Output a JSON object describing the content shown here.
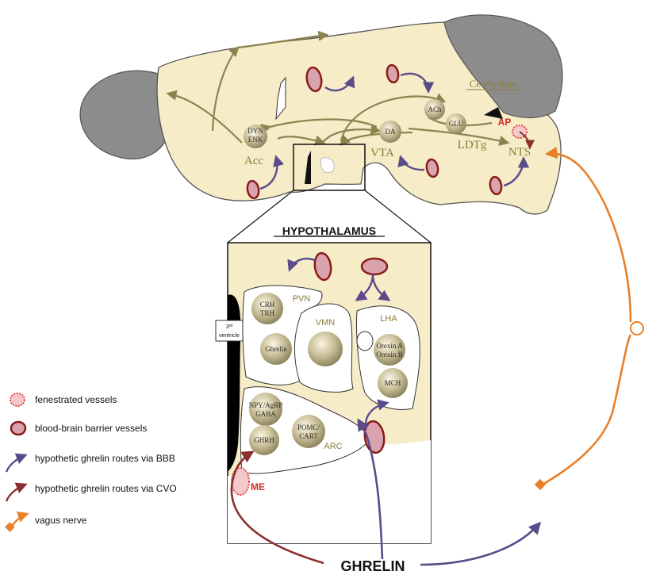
{
  "brain_labels": {
    "cerebellum": "Cerebellum",
    "ap": "AP",
    "nts": "NTS",
    "ldtg": "LDTg",
    "vta": "VTA",
    "acc": "Acc",
    "dyn": "DYN",
    "enk": "ENK",
    "da": "DA",
    "ach": "ACh",
    "glu": "GLU"
  },
  "hypothalamus": {
    "title": "HYPOTHALAMUS",
    "third_ventricle_sup": "rd",
    "third_ventricle_num": "3",
    "third_ventricle_word": "ventricle",
    "pvn": "PVN",
    "vmn": "VMN",
    "lha": "LHA",
    "arc": "ARC",
    "me": "ME",
    "crh": "CRH",
    "trh": "TRH",
    "ghrelin_cell": "Ghrelin",
    "orexin_a": "Orexin A",
    "orexin_b": "Orexin B",
    "mch": "MCH",
    "npy": "NPY/AgRP",
    "gaba": "GABA",
    "ghrh": "GHRH",
    "pomc": "POMC/",
    "cart": "CART"
  },
  "legend": [
    {
      "icon": "fenestrated-vessel-icon",
      "label": "fenestrated vessels"
    },
    {
      "icon": "bbb-vessel-icon",
      "label": "blood-brain barrier vessels"
    },
    {
      "icon": "bbb-route-arrow-icon",
      "label": "hypothetic ghrelin routes via BBB"
    },
    {
      "icon": "cvo-route-arrow-icon",
      "label": "hypothetic ghrelin routes via CVO"
    },
    {
      "icon": "vagus-nerve-icon",
      "label": "vagus nerve"
    }
  ],
  "source_label": "GHRELIN",
  "colors": {
    "brain_fill": "#f6ecc8",
    "cerebellum": "#8c8c8c",
    "projection": "#8c8450",
    "bbb_route": "#5b4b8a",
    "cvo_route": "#8b2e2e",
    "vagus": "#e8802a",
    "vessel_outline": "#8b1a1a",
    "vessel_fill": "#d9a3ad",
    "fenestrated": "#e04848"
  }
}
